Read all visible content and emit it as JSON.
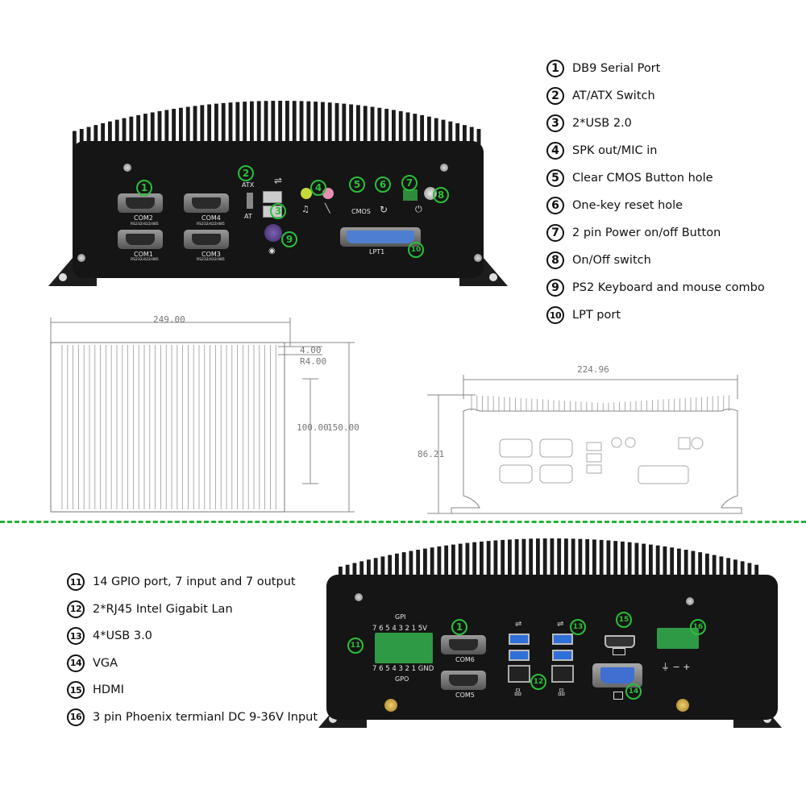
{
  "legend_top": [
    {
      "num": "1",
      "text": "DB9 Serial Port"
    },
    {
      "num": "2",
      "text": "AT/ATX Switch"
    },
    {
      "num": "3",
      "text": "2*USB 2.0"
    },
    {
      "num": "4",
      "text": "SPK out/MIC in"
    },
    {
      "num": "5",
      "text": "Clear CMOS Button hole"
    },
    {
      "num": "6",
      "text": "One-key reset hole"
    },
    {
      "num": "7",
      "text": "2 pin Power on/off Button"
    },
    {
      "num": "8",
      "text": "On/Off switch"
    },
    {
      "num": "9",
      "text": "PS2 Keyboard and mouse combo"
    },
    {
      "num": "10",
      "text": "LPT port"
    }
  ],
  "legend_bottom": [
    {
      "num": "11",
      "text": "14 GPIO port, 7 input and 7 output"
    },
    {
      "num": "12",
      "text": "2*RJ45 Intel Gigabit Lan"
    },
    {
      "num": "13",
      "text": "4*USB 3.0"
    },
    {
      "num": "14",
      "text": "VGA"
    },
    {
      "num": "15",
      "text": "HDMI"
    },
    {
      "num": "16",
      "text": "3 pin Phoenix termianl DC 9-36V Input"
    }
  ],
  "front_panel": {
    "com2": "COM2",
    "com4": "COM4",
    "com1": "COM1",
    "com3": "COM3",
    "rs": "RS232/422/485",
    "atx": "ATX",
    "at": "AT",
    "cmos": "CMOS",
    "lpt": "LPT1",
    "markers": [
      "1",
      "2",
      "3",
      "4",
      "5",
      "6",
      "7",
      "8",
      "9",
      "10"
    ]
  },
  "dimensions": {
    "width": "249.00",
    "side_offset": "4.00",
    "radius": "R4.00",
    "inner_height": "100.00",
    "depth": "150.00",
    "front_width": "224.96",
    "front_height": "86.21"
  },
  "rear_panel": {
    "gpi": "GPI",
    "gpi_pins": "7 6 5 4 3 2 1 5V",
    "gpo_pins": "7 6 5 4 3 2 1 GND",
    "gpo": "GPO",
    "com6": "COM6",
    "com5": "COM5",
    "power_symbols": "⏚ − +",
    "markers": [
      "1",
      "11",
      "12",
      "13",
      "14",
      "15",
      "16"
    ]
  },
  "colors": {
    "marker_green": "#2bbf3a",
    "divider_green": "#22b43a",
    "chassis": "#151515"
  }
}
